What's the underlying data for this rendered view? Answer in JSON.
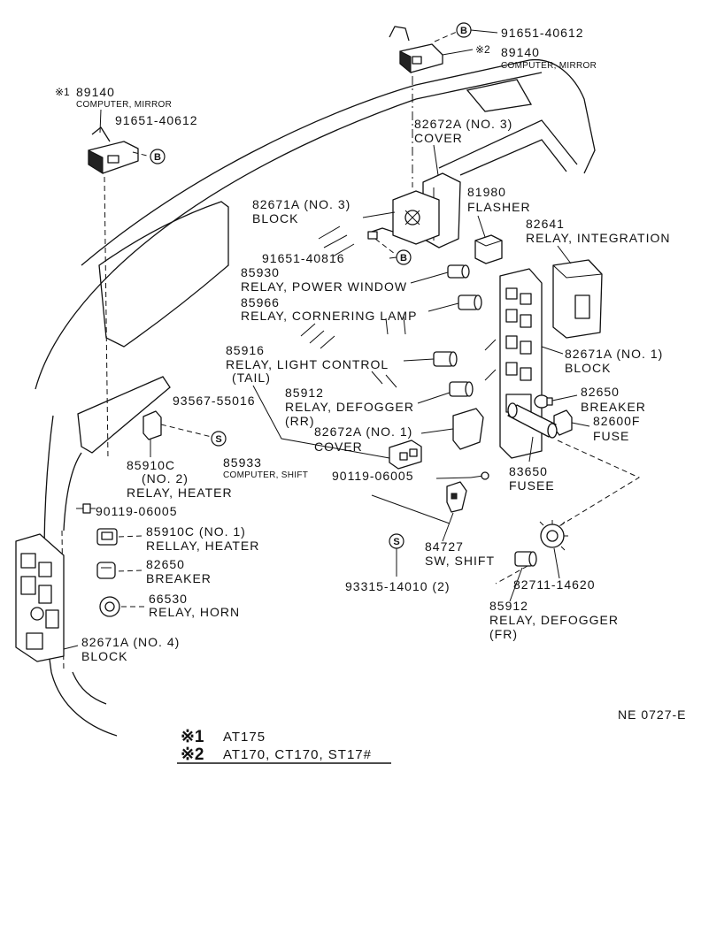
{
  "diagram_code": "NE 0727-E",
  "callouts": {
    "bolt": "B",
    "screw": "S"
  },
  "labels": {
    "mirror_computer_top": {
      "ref": "※2",
      "number": "89140",
      "name": "COMPUTER, MIRROR"
    },
    "bolt_top": {
      "number": "91651-40612"
    },
    "mirror_computer_left": {
      "ref": "※1",
      "number": "89140",
      "name": "COMPUTER, MIRROR"
    },
    "bolt_left": {
      "number": "91651-40612"
    },
    "cover_no3": {
      "number": "82672A (NO. 3)",
      "name": "COVER"
    },
    "flasher": {
      "number": "81980",
      "name": "FLASHER"
    },
    "block_no3": {
      "number": "82671A (NO. 3)",
      "name": "BLOCK"
    },
    "relay_integration": {
      "number": "82641",
      "name": "RELAY, INTEGRATION"
    },
    "bolt_block": {
      "number": "91651-40816"
    },
    "relay_power_window": {
      "number": "85930",
      "name": "RELAY, POWER WINDOW"
    },
    "relay_cornering_lamp": {
      "number": "85966",
      "name": "RELAY, CORNERING LAMP"
    },
    "relay_light_control": {
      "number": "85916",
      "name": "RELAY, LIGHT CONTROL",
      "note": "(TAIL)"
    },
    "block_no1": {
      "number": "82671A (NO. 1)",
      "name": "BLOCK"
    },
    "screw_heater": {
      "number": "93567-55016"
    },
    "relay_defogger_rr": {
      "number": "85912",
      "name": "RELAY, DEFOGGER",
      "note": "(RR)"
    },
    "breaker_right": {
      "number": "82650",
      "name": "BREAKER"
    },
    "fuse": {
      "number": "82600F",
      "name": "FUSE"
    },
    "cover_no1": {
      "number": "82672A (NO. 1)",
      "name": "COVER"
    },
    "relay_heater_no2": {
      "number": "85910C",
      "note": "(NO. 2)",
      "name": "RELAY, HEATER"
    },
    "computer_shift": {
      "number": "85933",
      "name": "COMPUTER, SHIFT"
    },
    "screw_shift": {
      "number": "90119-06005"
    },
    "fusee": {
      "number": "83650",
      "name": "FUSEE"
    },
    "screw_left": {
      "number": "90119-06005"
    },
    "relay_heater_no1": {
      "number": "85910C (NO. 1)",
      "name": "RELLAY, HEATER"
    },
    "switch_shift": {
      "number": "84727",
      "name": "SW, SHIFT"
    },
    "breaker_left": {
      "number": "82650",
      "name": "BREAKER"
    },
    "screw_switch": {
      "number": "93315-14010 (2)"
    },
    "socket_fr": {
      "number": "82711-14620"
    },
    "relay_horn": {
      "number": "66530",
      "name": "RELAY, HORN"
    },
    "relay_defogger_fr": {
      "number": "85912",
      "name": "RELAY, DEFOGGER",
      "note": "(FR)"
    },
    "block_no4": {
      "number": "82671A (NO. 4)",
      "name": "BLOCK"
    }
  },
  "notes": [
    {
      "mark": "※1",
      "models": "AT175"
    },
    {
      "mark": "※2",
      "models": "AT170, CT170, ST17#"
    }
  ]
}
